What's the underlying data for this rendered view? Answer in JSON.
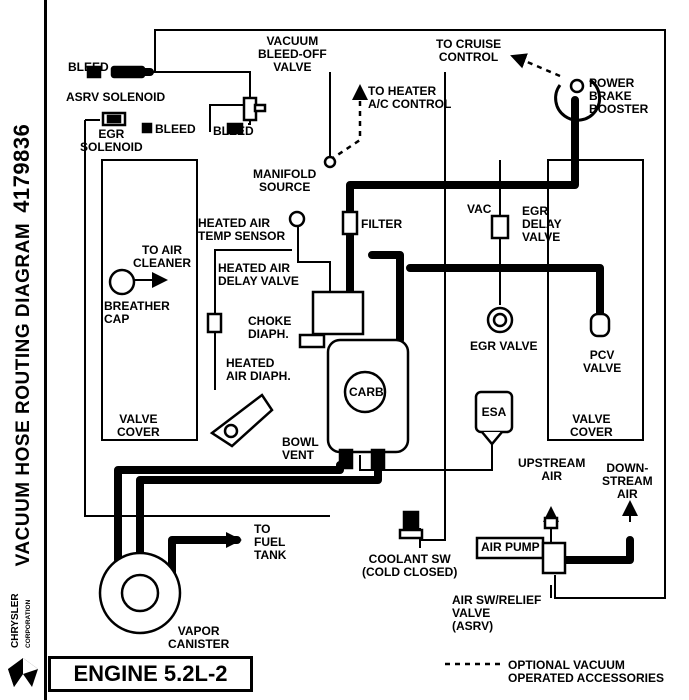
{
  "title": "VACUUM HOSE ROUTING DIAGRAM",
  "part_number": "4179836",
  "engine": "ENGINE 5.2L-2",
  "brand": {
    "name": "CHRYSLER",
    "sub": "CORPORATION"
  },
  "labels": {
    "bleed_top": "BLEED",
    "vacuum_bleed_off_valve": [
      "VACUUM",
      "BLEED-OFF",
      "VALVE"
    ],
    "to_cruise_control": [
      "TO CRUISE",
      "CONTROL"
    ],
    "power_brake_booster": [
      "POWER",
      "BRAKE",
      "BOOSTER"
    ],
    "asrv_solenoid": "ASRV SOLENOID",
    "to_heater_ac": [
      "TO HEATER",
      "A/C CONTROL"
    ],
    "egr_solenoid": [
      "EGR",
      "SOLENOID"
    ],
    "bleed_mid": "BLEED",
    "bleed_right": "BLEED",
    "manifold_source": [
      "MANIFOLD",
      "SOURCE"
    ],
    "vac": "VAC",
    "egr_delay_valve": [
      "EGR",
      "DELAY",
      "VALVE"
    ],
    "filter": "FILTER",
    "heated_air_temp_sensor": [
      "HEATED AIR",
      "TEMP SENSOR"
    ],
    "to_air_cleaner": [
      "TO AIR",
      "CLEANER"
    ],
    "heated_air_delay_valve": [
      "HEATED AIR",
      "DELAY VALVE"
    ],
    "breather_cap": [
      "BREATHER",
      "CAP"
    ],
    "choke_diaph": [
      "CHOKE",
      "DIAPH."
    ],
    "egr_valve": "EGR VALVE",
    "pcv_valve": [
      "PCV",
      "VALVE"
    ],
    "heated_air_diaph": [
      "HEATED",
      "AIR DIAPH."
    ],
    "carb": "CARB",
    "esa": "ESA",
    "valve_cover_left": [
      "VALVE",
      "COVER"
    ],
    "valve_cover_right": [
      "VALVE",
      "COVER"
    ],
    "bowl_vent": [
      "BOWL",
      "VENT"
    ],
    "upstream_air": [
      "UPSTREAM",
      "AIR"
    ],
    "downstream_air": [
      "DOWN-",
      "STREAM",
      "AIR"
    ],
    "to_fuel_tank": [
      "TO",
      "FUEL",
      "TANK"
    ],
    "air_pump": "AIR PUMP",
    "coolant_sw": [
      "COOLANT SW",
      "(COLD CLOSED)"
    ],
    "air_sw_relief_valve": [
      "AIR SW/RELIEF",
      "VALVE",
      "(ASRV)"
    ],
    "vapor_canister": [
      "VAPOR",
      "CANISTER"
    ],
    "legend_optional": [
      "OPTIONAL VACUUM",
      "OPERATED ACCESSORIES"
    ]
  }
}
